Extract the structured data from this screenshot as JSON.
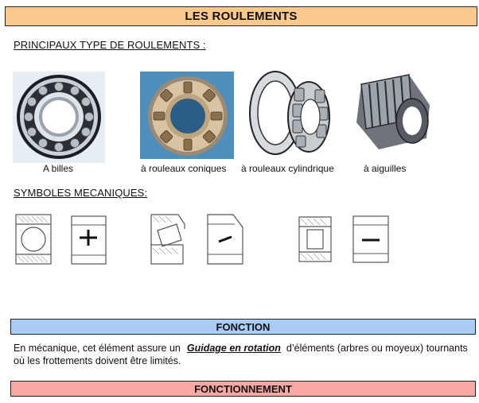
{
  "title": "LES ROULEMENTS",
  "types_heading": "PRINCIPAUX TYPE DE ROULEMENTS :",
  "bearings": [
    {
      "caption": "A billes"
    },
    {
      "caption": "à rouleaux coniques"
    },
    {
      "caption": "à rouleaux cylindrique"
    },
    {
      "caption": "à aiguilles"
    }
  ],
  "symbols_heading": "SYMBOLES MECANIQUES:",
  "fonction": {
    "heading": "FONCTION",
    "text_before": "En mécanique, cet élément assure un",
    "emphasis": "Guidage en rotation",
    "text_after": "d’éléments (arbres ou moyeux) tournants où les frottements doivent être limités."
  },
  "fonctionnement": {
    "heading": "FONCTIONNEMENT"
  },
  "colors": {
    "title_bg": "#fcc98d",
    "fonction_bg": "#a9cdf7",
    "fonctionnement_bg": "#f9a9a4"
  }
}
